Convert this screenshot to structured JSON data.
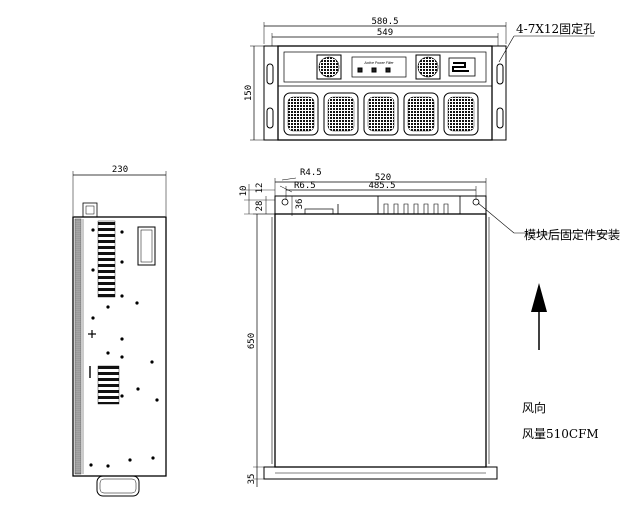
{
  "front_view": {
    "dims": {
      "overall_width": "580.5",
      "inner_width": "549",
      "height": "150"
    },
    "panel_label": "Active Power Filter",
    "callout": "4-7X12固定孔"
  },
  "side_view": {
    "dims": {
      "depth": "230"
    }
  },
  "top_view": {
    "dims": {
      "r1": "R4.5",
      "r2": "R6.5",
      "width": "520",
      "inner_width": "485.5",
      "v10": "10",
      "v12": "12",
      "v28": "28",
      "v36": "36",
      "length": "650",
      "v35": "35"
    },
    "callout": "模块后固定件安装"
  },
  "airflow": {
    "label": "风向",
    "volume_label": "风量510CFM"
  }
}
